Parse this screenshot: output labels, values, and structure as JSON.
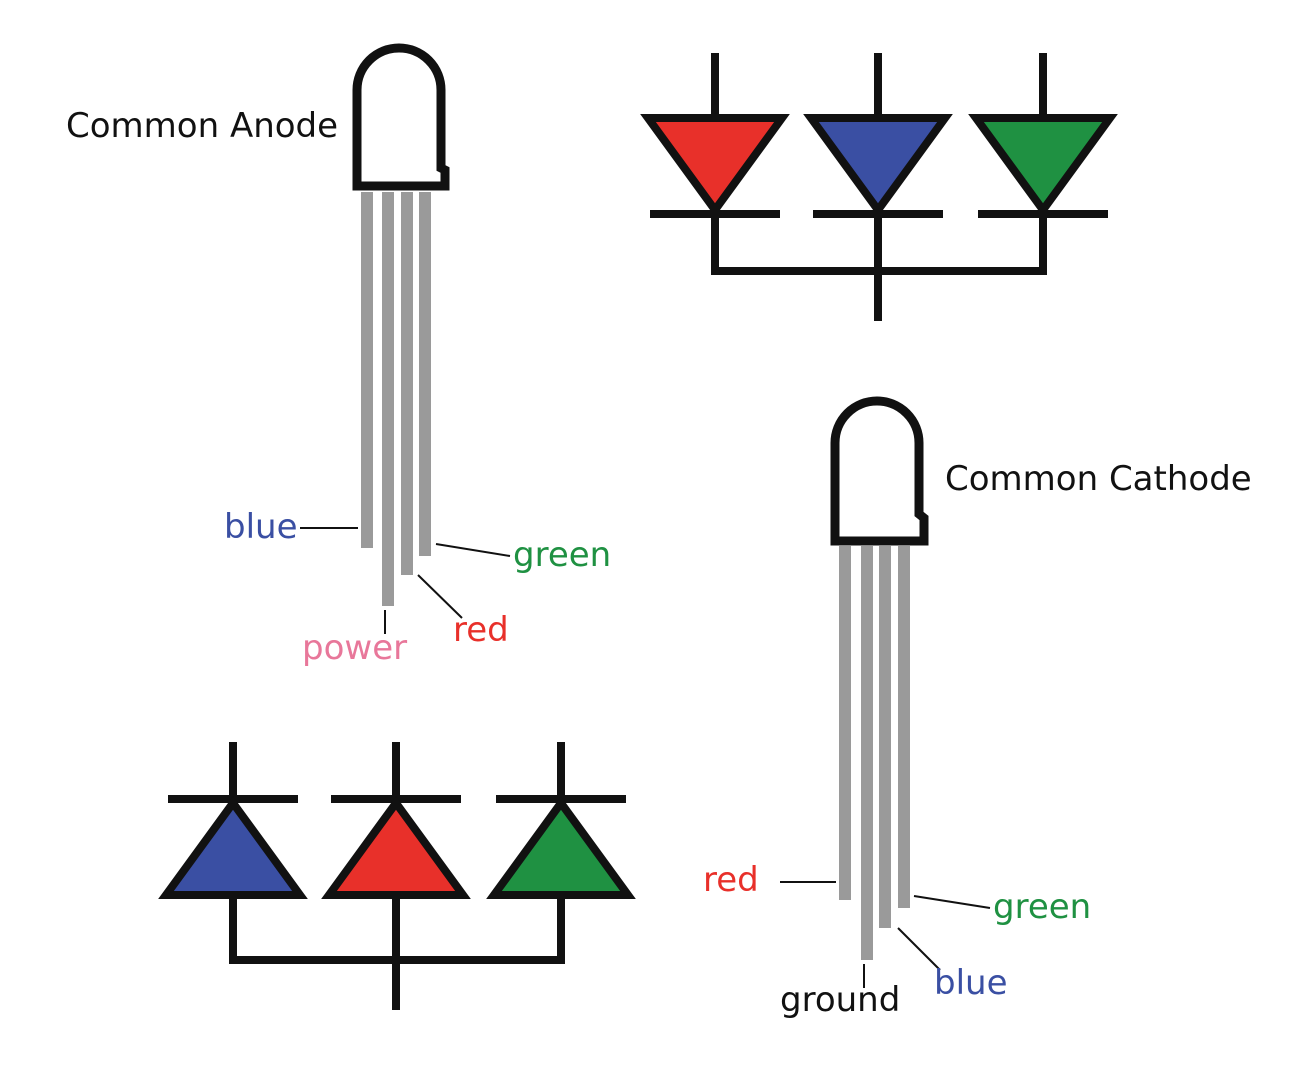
{
  "colors": {
    "red": "#e8302a",
    "blue": "#3a4fa3",
    "green": "#1f9142",
    "pink": "#e8779a",
    "black": "#111111",
    "lead_gray": "#9a9a9a"
  },
  "common_anode": {
    "title": "Common Anode",
    "pins": {
      "blue": "blue",
      "power": "power",
      "red": "red",
      "green": "green"
    },
    "schematic_diodes": [
      "red",
      "blue",
      "green"
    ]
  },
  "common_cathode": {
    "title": "Common Cathode",
    "pins": {
      "red": "red",
      "ground": "ground",
      "blue": "blue",
      "green": "green"
    },
    "schematic_diodes": [
      "blue",
      "red",
      "green"
    ]
  }
}
